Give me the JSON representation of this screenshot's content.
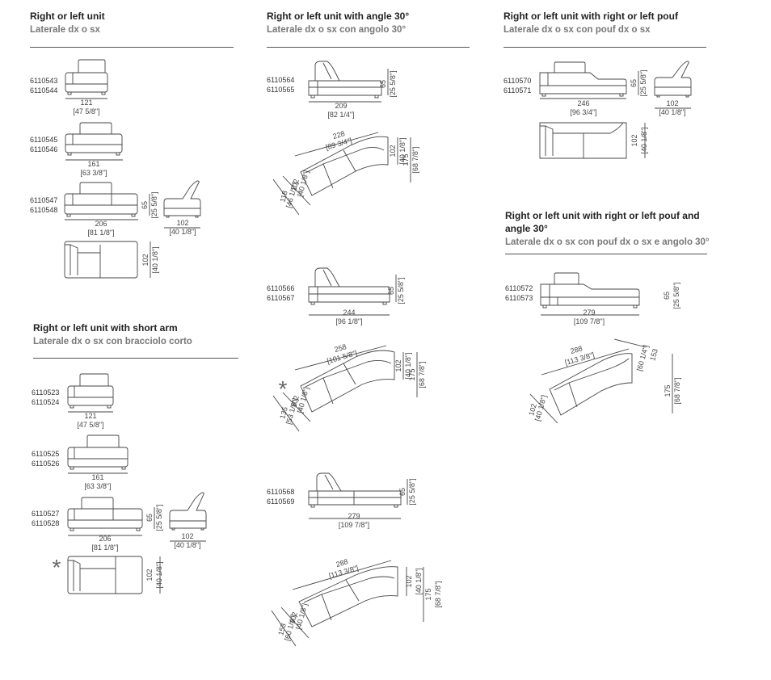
{
  "sections": {
    "s1": {
      "title": "Right or left unit",
      "subtitle": "Laterale dx o sx"
    },
    "s2": {
      "title": "Right or left unit with short arm",
      "subtitle": "Laterale dx o sx con bracciolo corto"
    },
    "s3": {
      "title": "Right or left unit with angle 30°",
      "subtitle": "Laterale dx o sx con angolo 30°"
    },
    "s4": {
      "title": "Right or left unit with right or left pouf",
      "subtitle": "Laterale dx o sx con pouf dx o sx"
    },
    "s5": {
      "title": "Right or left unit with right or left pouf and",
      "title2": "angle 30°",
      "subtitle": "Laterale dx o sx con pouf dx o sx e angolo 30°"
    }
  },
  "codes": [
    [
      "6110543",
      "6110544"
    ],
    [
      "6110545",
      "6110546"
    ],
    [
      "6110547",
      "6110548"
    ],
    [
      "6110523",
      "6110524"
    ],
    [
      "6110525",
      "6110526"
    ],
    [
      "6110527",
      "6110528"
    ],
    [
      "6110564",
      "6110565"
    ],
    [
      "6110566",
      "6110567"
    ],
    [
      "6110568",
      "6110569"
    ],
    [
      "6110570",
      "6110571"
    ],
    [
      "6110572",
      "6110573"
    ]
  ],
  "dims": {
    "w121": "121",
    "w121in": "[47 5/8\"]",
    "w161": "161",
    "w161in": "[63 3/8\"]",
    "w206": "206",
    "w206in": "[81 1/8\"]",
    "w209": "209",
    "w209in": "[82 1/4\"]",
    "w244": "244",
    "w244in": "[96 1/8\"]",
    "w279": "279",
    "w279in": "[109 7/8\"]",
    "w246": "246",
    "w246in": "[96 3/4\"]",
    "w102": "102",
    "w102in": "[40 1/8\"]",
    "h65": "65",
    "h65in": "[25 5/8\"]",
    "d102": "102",
    "d102in": "[40 1/8\"]",
    "d175": "175",
    "d175in": "[68 7/8\"]",
    "a228": "228",
    "a228in": "[89 3/4\"]",
    "a258": "258",
    "a258in": "[101 5/8\"]",
    "a288": "288",
    "a288in": "[113 3/8\"]",
    "s118": "118",
    "s118in": "[46 1/2\"]",
    "s135": "135",
    "s135in": "[53 1/8\"]",
    "s153": "153",
    "s153in": "[60 1/4\"]",
    "star": "*"
  }
}
